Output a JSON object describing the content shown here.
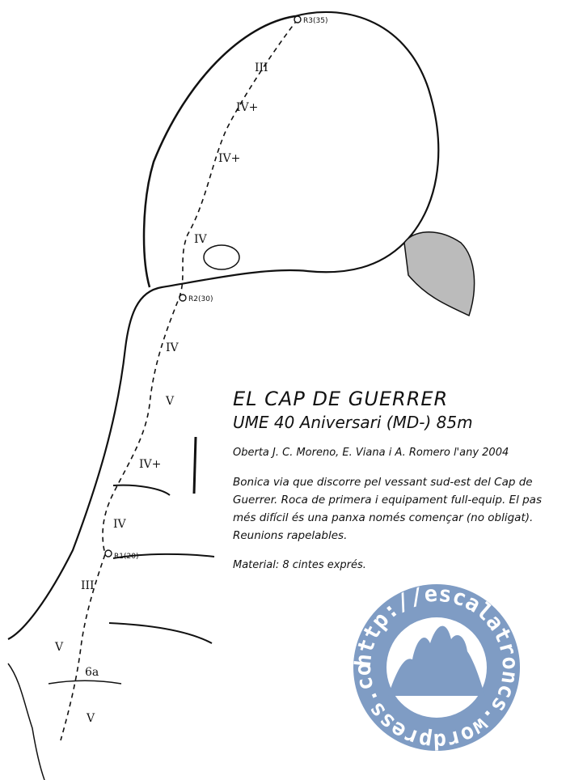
{
  "topo": {
    "belays": [
      {
        "label": "R3(35)"
      },
      {
        "label": "R2(30)"
      },
      {
        "label": "R1(20)"
      }
    ],
    "grades": [
      "III",
      "IV+",
      "IV+",
      "IV",
      "IV",
      "V",
      "IV+",
      "IV",
      "III",
      "V",
      "6a",
      "V"
    ]
  },
  "info": {
    "title": "EL CAP DE GUERRER",
    "subtitle": "UME 40 Aniversari (MD-) 85m",
    "authors": "Oberta J. C. Moreno, E. Viana i A. Romero l'any 2004",
    "description": "Bonica via que discorre pel vessant sud-est del Cap de Guerrer. Roca de primera i equipament full-equip. El pas més difícil és una panxa només començar (no obligat). Reunions rapelables.",
    "material": "Material: 8 cintes exprés."
  },
  "logo": {
    "text": "http://escalatroncs.wordpress.com",
    "color": "#7f9cc4"
  }
}
